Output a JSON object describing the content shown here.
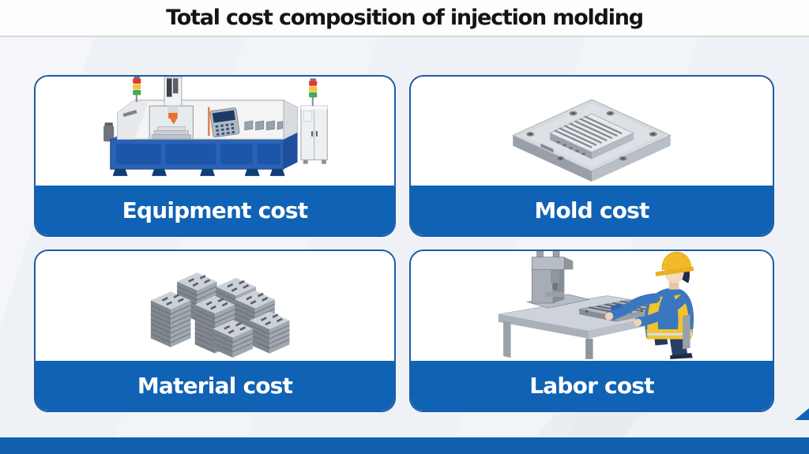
{
  "header": {
    "title": "Total cost composition of injection molding"
  },
  "cards": [
    {
      "label": "Equipment cost",
      "illustration": "cnc-machine"
    },
    {
      "label": "Mold cost",
      "illustration": "injection-mold"
    },
    {
      "label": "Material cost",
      "illustration": "material-stacks"
    },
    {
      "label": "Labor cost",
      "illustration": "worker-at-press"
    }
  ],
  "colors": {
    "accent_blue": "#1062b4",
    "card_border": "#1e5ca6",
    "bottom_band_blue": "#1160ae",
    "page_background": "#eef2f6",
    "title_color": "#141414",
    "label_color": "#ffffff"
  }
}
